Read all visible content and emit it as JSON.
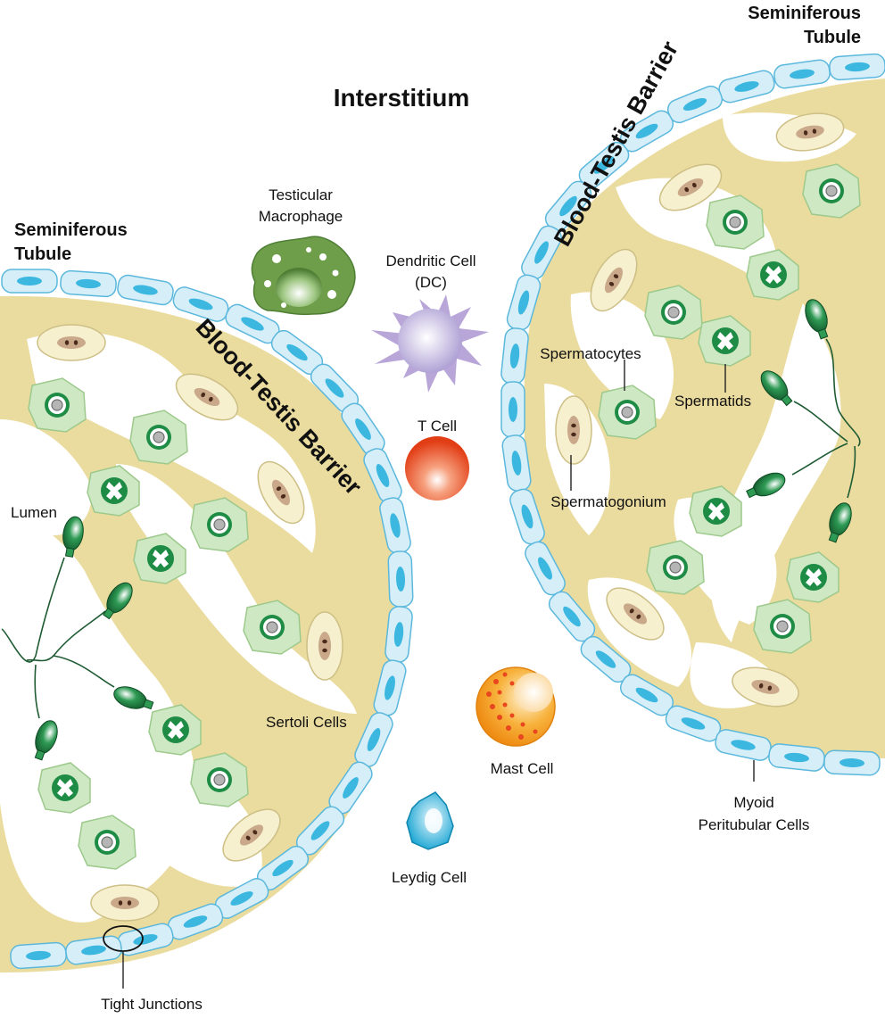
{
  "labels": {
    "interstitium": "Interstitium",
    "seminiferous_tubule_left_1": "Seminiferous",
    "seminiferous_tubule_left_2": "Tubule",
    "seminiferous_tubule_right_1": "Seminiferous",
    "seminiferous_tubule_right_2": "Tubule",
    "blood_testis_barrier_left": "Blood-Testis Barrier",
    "blood_testis_barrier_right": "Blood-Testis Barrier",
    "testicular_macrophage_1": "Testicular",
    "testicular_macrophage_2": "Macrophage",
    "dendritic_cell_1": "Dendritic Cell",
    "dendritic_cell_2": "(DC)",
    "t_cell": "T Cell",
    "mast_cell": "Mast Cell",
    "leydig_cell": "Leydig Cell",
    "lumen": "Lumen",
    "sertoli_cells": "Sertoli Cells",
    "tight_junctions": "Tight Junctions",
    "spermatocytes": "Spermatocytes",
    "spermatids": "Spermatids",
    "spermatogonium": "Spermatogonium",
    "myoid_1": "Myoid",
    "myoid_2": "Peritubular Cells"
  },
  "colors": {
    "sertoli_tan": "#EADB9E",
    "myoid_fill": "#D6EEF8",
    "myoid_stroke": "#5BB8DC",
    "myoid_nucleus": "#3BB7E0",
    "spermatogonium_fill": "#F6F0CF",
    "spermatocyte_fill": "#CFE8C4",
    "spermatid_core": "#1E8C45",
    "sperm_green": "#1F7A3F",
    "macrophage": "#6E9E4A",
    "dendritic": "#B9A6D8",
    "t_cell": "#E8461E",
    "mast_cell": "#F39A1E",
    "mast_granules": "#E8461E",
    "leydig": "#1BA8D6"
  }
}
